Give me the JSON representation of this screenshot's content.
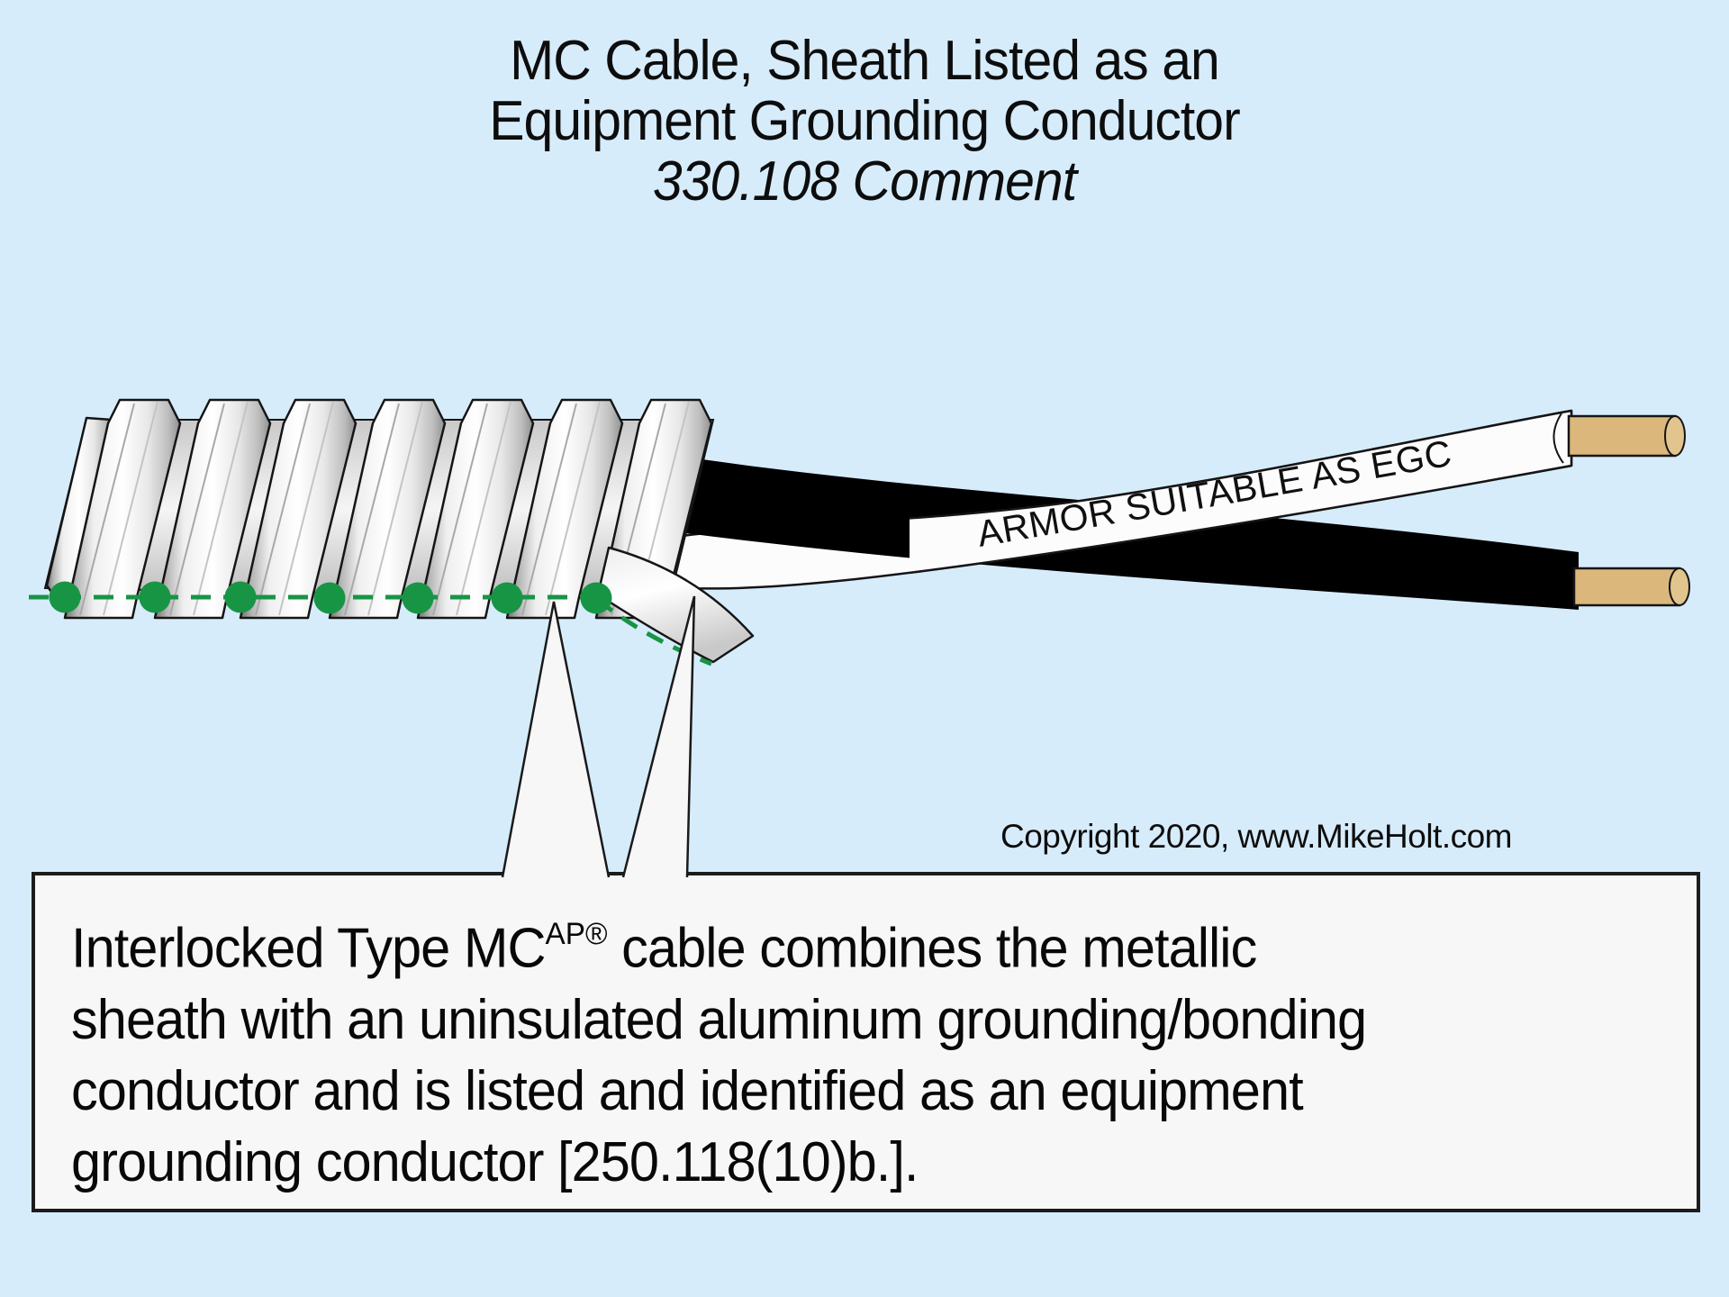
{
  "title": {
    "line1": "MC Cable, Sheath Listed as an",
    "line2": "Equipment Grounding Conductor",
    "line3": "330.108 Comment"
  },
  "diagram": {
    "cable_label": "ARMOR SUITABLE AS EGC",
    "colors": {
      "background": "#d7ecfb",
      "bonding_green": "#189445",
      "copper": "#dcb77c",
      "copper_end_face": "#e2c48e",
      "black_conductor": "#000000",
      "caption_box_bg": "#f7f7f7",
      "outline": "#151515"
    },
    "bonding_dot_count": 7
  },
  "copyright": "Copyright 2020, www.MikeHolt.com",
  "caption": {
    "l1_pre": "Interlocked Type MC",
    "l1_sup": "AP®",
    "l1_post": " cable combines the metallic",
    "l2": "sheath with an uninsulated aluminum grounding/bonding",
    "l3": "conductor and is listed and identified as an equipment",
    "l4": "grounding conductor [250.118(10)b.]."
  }
}
